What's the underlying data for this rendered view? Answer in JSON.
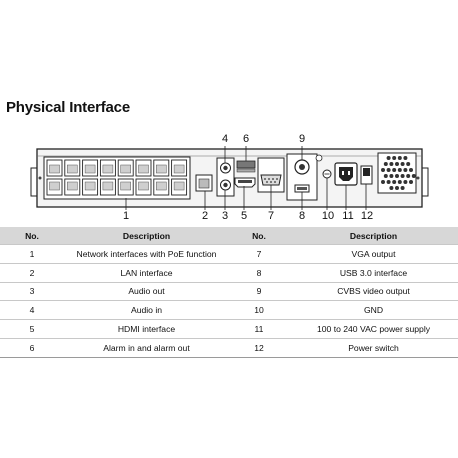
{
  "title": "Physical Interface",
  "callouts": [
    "1",
    "2",
    "3",
    "4",
    "5",
    "6",
    "7",
    "8",
    "9",
    "10",
    "11",
    "12"
  ],
  "table": {
    "headers": [
      "No.",
      "Description",
      "No.",
      "Description"
    ],
    "rows": [
      {
        "no_a": "1",
        "desc_a": "Network interfaces with PoE function",
        "no_b": "7",
        "desc_b": "VGA output"
      },
      {
        "no_a": "2",
        "desc_a": "LAN interface",
        "no_b": "8",
        "desc_b": "USB 3.0 interface"
      },
      {
        "no_a": "3",
        "desc_a": "Audio out",
        "no_b": "9",
        "desc_b": "CVBS video output"
      },
      {
        "no_a": "4",
        "desc_a": "Audio in",
        "no_b": "10",
        "desc_b": "GND"
      },
      {
        "no_a": "5",
        "desc_a": "HDMI interface",
        "no_b": "11",
        "desc_b": "100 to 240 VAC power supply"
      },
      {
        "no_a": "6",
        "desc_a": "Alarm in and alarm out",
        "no_b": "12",
        "desc_b": "Power switch"
      }
    ]
  },
  "colors": {
    "header_bg": "#d7d7d7",
    "panel_fill": "#f4f4f4",
    "line": "#222222"
  }
}
